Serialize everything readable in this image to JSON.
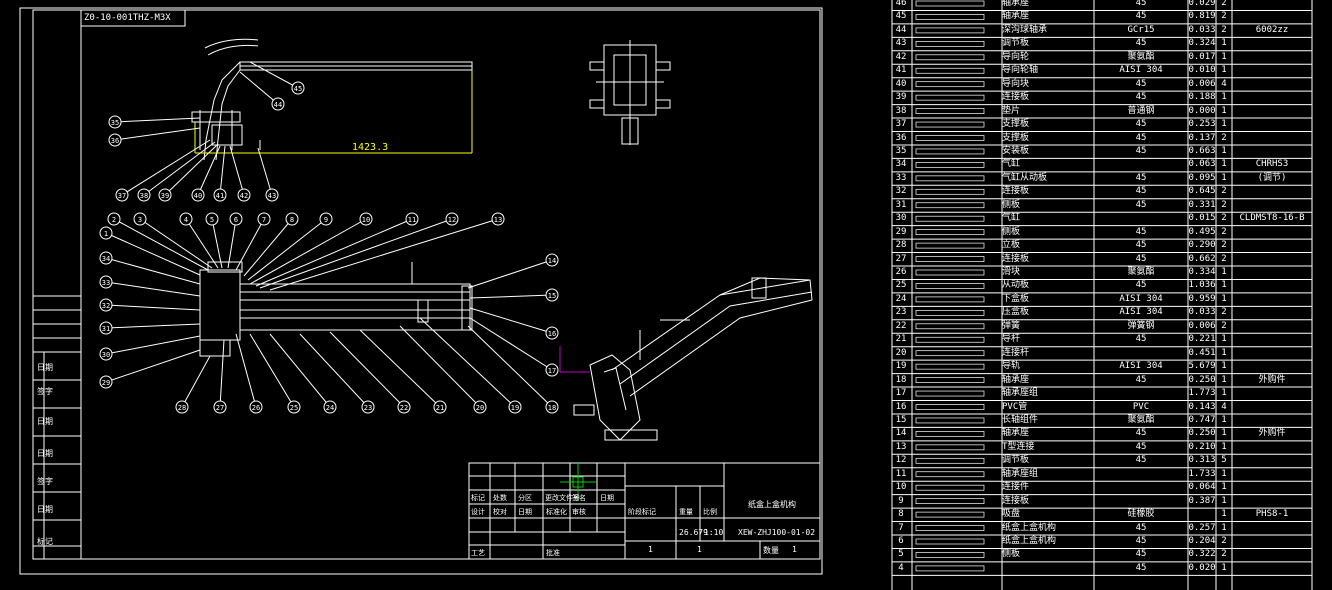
{
  "drawing": {
    "code_box": "Z0-10-001THZ-M3X",
    "dimension": "1423.3",
    "balloons_top": [
      "45",
      "44",
      "35",
      "36",
      "37",
      "38",
      "39",
      "40",
      "41",
      "42",
      "43"
    ],
    "balloons_main": [
      "1",
      "2",
      "3",
      "4",
      "5",
      "6",
      "7",
      "8",
      "9",
      "10",
      "11",
      "12",
      "13",
      "14",
      "15",
      "16",
      "17",
      "18",
      "19",
      "20",
      "21",
      "22",
      "23",
      "24",
      "25",
      "26",
      "27",
      "28",
      "29",
      "30",
      "31",
      "32",
      "33",
      "34"
    ]
  },
  "sidebar_labels": [
    "日期",
    "签字",
    "日期",
    "日期",
    "签字",
    "日期",
    "标记"
  ],
  "title_block": {
    "labels": [
      "标记",
      "处数",
      "分区",
      "更改文件号",
      "签名",
      "日期",
      "设计",
      "校对",
      "日期",
      "标准化",
      "审核",
      "工艺",
      "批准",
      "阶段标记",
      "重量",
      "比例"
    ],
    "weight": "26.679",
    "scale": "1:10",
    "part_name": "纸盒上盒机构",
    "drawing_no": "XEW-ZHJ100-01-02",
    "sheet_a": "1",
    "sheet_b": "1",
    "sheet_label": "数量",
    "sheet_total": "1"
  },
  "bom": [
    {
      "no": "46",
      "code": "",
      "name": "轴承座",
      "mat": "45",
      "w": "0.029",
      "q": "2",
      "note": ""
    },
    {
      "no": "45",
      "code": "",
      "name": "轴承座",
      "mat": "45",
      "w": "0.819",
      "q": "2",
      "note": ""
    },
    {
      "no": "44",
      "code": "",
      "name": "深沟球轴承",
      "mat": "GCr15",
      "w": "0.033",
      "q": "2",
      "note": "6002zz"
    },
    {
      "no": "43",
      "code": "",
      "name": "调节板",
      "mat": "45",
      "w": "0.324",
      "q": "1",
      "note": ""
    },
    {
      "no": "42",
      "code": "",
      "name": "导向轮",
      "mat": "聚氨酯",
      "w": "0.017",
      "q": "1",
      "note": ""
    },
    {
      "no": "41",
      "code": "",
      "name": "导向轮轴",
      "mat": "AISI 304",
      "w": "0.010",
      "q": "1",
      "note": ""
    },
    {
      "no": "40",
      "code": "",
      "name": "导向块",
      "mat": "45",
      "w": "0.006",
      "q": "4",
      "note": ""
    },
    {
      "no": "39",
      "code": "",
      "name": "连接板",
      "mat": "45",
      "w": "0.188",
      "q": "1",
      "note": ""
    },
    {
      "no": "38",
      "code": "",
      "name": "垫片",
      "mat": "普通钢",
      "w": "0.000",
      "q": "1",
      "note": ""
    },
    {
      "no": "37",
      "code": "",
      "name": "支撑板",
      "mat": "45",
      "w": "0.253",
      "q": "1",
      "note": ""
    },
    {
      "no": "36",
      "code": "",
      "name": "支撑板",
      "mat": "45",
      "w": "0.137",
      "q": "2",
      "note": ""
    },
    {
      "no": "35",
      "code": "",
      "name": "安装板",
      "mat": "45",
      "w": "0.663",
      "q": "1",
      "note": ""
    },
    {
      "no": "34",
      "code": "",
      "name": "气缸",
      "mat": "",
      "w": "0.063",
      "q": "1",
      "note": "CHRHS3"
    },
    {
      "no": "33",
      "code": "",
      "name": "气缸从动板",
      "mat": "45",
      "w": "0.095",
      "q": "1",
      "note": "(调节)"
    },
    {
      "no": "32",
      "code": "",
      "name": "连接板",
      "mat": "45",
      "w": "0.645",
      "q": "2",
      "note": ""
    },
    {
      "no": "31",
      "code": "",
      "name": "侧板",
      "mat": "45",
      "w": "0.331",
      "q": "2",
      "note": ""
    },
    {
      "no": "30",
      "code": "",
      "name": "气缸",
      "mat": "",
      "w": "0.015",
      "q": "2",
      "note": "CLDMST8-16-B"
    },
    {
      "no": "29",
      "code": "",
      "name": "侧板",
      "mat": "45",
      "w": "0.495",
      "q": "2",
      "note": ""
    },
    {
      "no": "28",
      "code": "",
      "name": "立板",
      "mat": "45",
      "w": "0.290",
      "q": "2",
      "note": ""
    },
    {
      "no": "27",
      "code": "",
      "name": "连接板",
      "mat": "45",
      "w": "0.662",
      "q": "2",
      "note": ""
    },
    {
      "no": "26",
      "code": "",
      "name": "滑块",
      "mat": "聚氨酯",
      "w": "0.334",
      "q": "1",
      "note": ""
    },
    {
      "no": "25",
      "code": "",
      "name": "从动板",
      "mat": "45",
      "w": "1.036",
      "q": "1",
      "note": ""
    },
    {
      "no": "24",
      "code": "",
      "name": "下盒板",
      "mat": "AISI 304",
      "w": "0.959",
      "q": "1",
      "note": ""
    },
    {
      "no": "23",
      "code": "",
      "name": "压盒板",
      "mat": "AISI 304",
      "w": "0.033",
      "q": "2",
      "note": ""
    },
    {
      "no": "22",
      "code": "",
      "name": "弹簧",
      "mat": "弹簧钢",
      "w": "0.006",
      "q": "2",
      "note": ""
    },
    {
      "no": "21",
      "code": "",
      "name": "导杆",
      "mat": "45",
      "w": "0.221",
      "q": "1",
      "note": ""
    },
    {
      "no": "20",
      "code": "",
      "name": "连接杆",
      "mat": "",
      "w": "0.451",
      "q": "1",
      "note": ""
    },
    {
      "no": "19",
      "code": "",
      "name": "导轨",
      "mat": "AISI 304",
      "w": "5.679",
      "q": "1",
      "note": ""
    },
    {
      "no": "18",
      "code": "",
      "name": "轴承座",
      "mat": "45",
      "w": "0.250",
      "q": "1",
      "note": "外购件"
    },
    {
      "no": "17",
      "code": "",
      "name": "轴承座组",
      "mat": "",
      "w": "1.773",
      "q": "1",
      "note": ""
    },
    {
      "no": "16",
      "code": "",
      "name": "PVC管",
      "mat": "PVC",
      "w": "0.143",
      "q": "4",
      "note": ""
    },
    {
      "no": "15",
      "code": "",
      "name": "长轴组件",
      "mat": "聚氨酯",
      "w": "0.747",
      "q": "1",
      "note": ""
    },
    {
      "no": "14",
      "code": "",
      "name": "轴承座",
      "mat": "45",
      "w": "0.250",
      "q": "1",
      "note": "外购件"
    },
    {
      "no": "13",
      "code": "",
      "name": "T型连接",
      "mat": "45",
      "w": "0.210",
      "q": "1",
      "note": ""
    },
    {
      "no": "12",
      "code": "",
      "name": "调节板",
      "mat": "45",
      "w": "0.313",
      "q": "5",
      "note": ""
    },
    {
      "no": "11",
      "code": "",
      "name": "轴承座组",
      "mat": "",
      "w": "1.733",
      "q": "1",
      "note": ""
    },
    {
      "no": "10",
      "code": "",
      "name": "连接件",
      "mat": "",
      "w": "0.064",
      "q": "1",
      "note": ""
    },
    {
      "no": "9",
      "code": "",
      "name": "连接板",
      "mat": "",
      "w": "0.387",
      "q": "1",
      "note": ""
    },
    {
      "no": "8",
      "code": "",
      "name": "吸盘",
      "mat": "硅橡胶",
      "w": "",
      "q": "1",
      "note": "PHS8-1"
    },
    {
      "no": "7",
      "code": "",
      "name": "纸盒上盒机构",
      "mat": "45",
      "w": "0.257",
      "q": "1",
      "note": ""
    },
    {
      "no": "6",
      "code": "",
      "name": "纸盒上盒机构",
      "mat": "45",
      "w": "0.204",
      "q": "2",
      "note": ""
    },
    {
      "no": "5",
      "code": "",
      "name": "侧板",
      "mat": "45",
      "w": "0.322",
      "q": "2",
      "note": ""
    },
    {
      "no": "4",
      "code": "",
      "name": "",
      "mat": "45",
      "w": "0.020",
      "q": "1",
      "note": ""
    }
  ],
  "colors": {
    "line": "#ffffff",
    "dim": "#ffff00",
    "accent": "#c000c0"
  }
}
